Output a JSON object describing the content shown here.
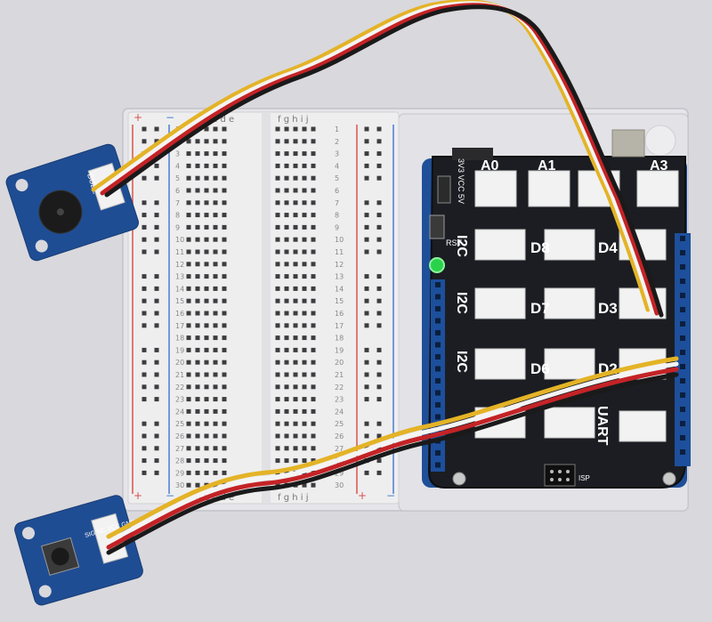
{
  "breadboard": {
    "columns_left": "a b c d e",
    "columns_right": "f g h i j",
    "row_numbers": [
      "1",
      "2",
      "3",
      "4",
      "5",
      "6",
      "7",
      "8",
      "9",
      "10",
      "11",
      "12",
      "13",
      "14",
      "15",
      "16",
      "17",
      "18",
      "19",
      "20",
      "21",
      "22",
      "23",
      "24",
      "25",
      "26",
      "27",
      "28",
      "29",
      "30"
    ],
    "rail_plus": "+",
    "rail_minus": "−"
  },
  "shield": {
    "port_a0": "A0",
    "port_a1": "A1",
    "port_a3": "A3",
    "port_d8": "D8",
    "port_d4": "D4",
    "port_d7": "D7",
    "port_d3": "D3",
    "port_d6": "D6",
    "port_d2": "D2",
    "port_i2c_1": "I2C",
    "port_i2c_2": "I2C",
    "port_i2c_3": "I2C",
    "port_uart": "UART",
    "switch_label": "3V3 VCC 5V",
    "rst_label": "RST",
    "isp_label": "ISP"
  },
  "buzzer_module": {
    "label": "BUZZ"
  },
  "button_module": {
    "label": "SIG NC VCC GND"
  },
  "colors": {
    "background": "#d9d8dd",
    "board": "#1b1d22",
    "breadboard": "#eeeeef",
    "grove_blue": "#1f4d93",
    "wire_yellow": "#e4b326",
    "wire_white": "#f4f4f4",
    "wire_red": "#c42326",
    "wire_black": "#1a1a1a",
    "led_green": "#29d24a"
  }
}
